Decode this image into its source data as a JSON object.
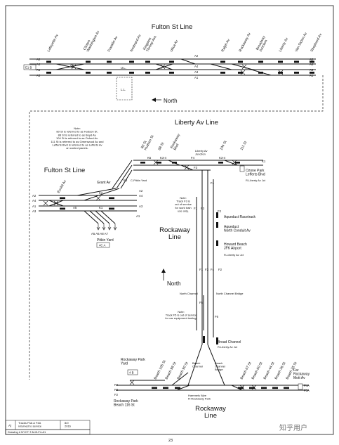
{
  "lines": {
    "fulton_top": "Fulton St Line",
    "liberty": "Liberty Av Line",
    "fulton_left": "Fulton St Line",
    "rockaway_mid": "Rockaway\nLine",
    "rockaway_bottom": "Rockaway\nLine"
  },
  "north_label": "North",
  "fulton_stations": [
    "Lafayette Av",
    "Clinton\nWashington Av",
    "Franklin Av",
    "Nostrand Av",
    "Kingston\nThroop Avs",
    "Utica Av",
    "Ralph Av",
    "Rockaway Av",
    "Broadway\nJunction",
    "Liberty Av",
    "Van Siclen Av",
    "Shepherd Av"
  ],
  "fulton_tracks_left": [
    "A2",
    "A4",
    "A1",
    "A3"
  ],
  "fulton_tracks_right": [
    "A2",
    "A4",
    "A3",
    "A1"
  ],
  "fulton_tracks_mid": [
    "A2",
    "A4",
    "A3",
    "A1"
  ],
  "fulton_left_box": "E1 B",
  "ul_label": "U.L.",
  "ll_label": "L.L.",
  "note_renaming": "Note:\n80 St is referred to as Hudson St.\n88 St is referred to as Boyd Av.\n104 St is referred to as Oxford Av.\n111 St is referred to as Greenwood Av and\nLefferts Blvd is referred to as Lefferts Av\non control panels.",
  "liberty_stations": [
    "80 St\nHudson St",
    "88 St",
    "Rockaway\nBlvd",
    "Liberty Av\nJunction",
    "104 St",
    "111 St"
  ],
  "liberty_track_labels": [
    "K5",
    "K3-4",
    "F4",
    "K3-4",
    "K1",
    "F3"
  ],
  "ozone": "Ozone Park\nLefferts Blvd",
  "ozone_interlocking": "R-Liberty Av Jct",
  "fulton_left_stations": [
    "Euclid Av",
    "Grant Av"
  ],
  "fulton_left_tracks_left": [
    "A2",
    "A4",
    "A1",
    "A3"
  ],
  "fulton_left_tracks_right": [
    "A2",
    "A4",
    "A3",
    "A1"
  ],
  "yard_label": "C-Pitkin Yard",
  "yard_tracks": "A5 A6 A8 A7",
  "yard_name": "Pitkin Yard",
  "yard_box": "4C A",
  "k_labels": [
    "K3",
    "K2",
    "K1"
  ],
  "note_f3": "Note:\nTrack F3 is\nout of service\nfor work train\nuse only.",
  "f_labels": [
    "F4",
    "F3",
    "F2",
    "F1",
    "F4",
    "F3",
    "F2",
    "F1"
  ],
  "rockaway_stations": [
    "Aqueduct Racetrack",
    "Aqueduct\nNorth Conduit Av",
    "Howard Beach\nJFK Airport"
  ],
  "howard_interlocking": "R-Liberty Av Jct",
  "north_channel_left": "North Channel",
  "north_channel_right": "North Channel Bridge",
  "note_f5": "Note:\nTrack F5 is out of service\nfor car equipment testing.",
  "broad_channel": "Broad Channel",
  "broad_channel_interlocking": "R-Liberty Av Jct",
  "rockaway_park_yard": "Rockaway Park\nYard",
  "beach_stations_left": [
    "Beach 105 St",
    "Beach 98 St",
    "Beach 90 St"
  ],
  "beach_channel": "Beach\nChannel",
  "beach_channel_bridge": "Beach\nChannel\nBridge",
  "beach_stations_right": [
    "Beach 67 St",
    "Beach 60 St",
    "Beach 44 St",
    "Beach 36 St",
    "Beach 25 St"
  ],
  "far_rockaway": "Far\nRockaway\nMott Av",
  "far_tracks": [
    "F4A",
    "F3A"
  ],
  "hammels": "Hammels Wye\nR-Rockaway Park",
  "rockaway_park_station": "Rockaway Park\nBeach 116 St",
  "park_tracks": [
    "F4",
    "F3",
    "F2"
  ],
  "park_box": "4 B",
  "footer": {
    "rev": "A)",
    "revision_text": "Tracks F3A & F4A\nreturned to service",
    "rev_date": "8/0\n2016",
    "drawing": "Drawing # NYCT-T-M-B-F4-A1"
  },
  "page_number": "23",
  "watermark": "知乎用户"
}
